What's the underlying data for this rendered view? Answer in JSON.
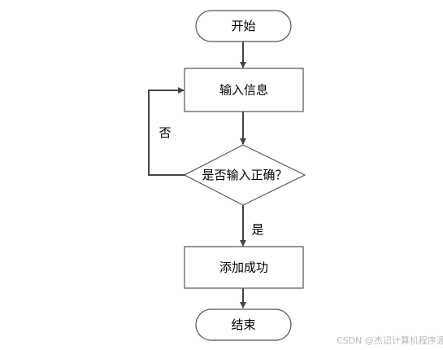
{
  "nodes": {
    "start": "开始",
    "input": "输入信息",
    "decision": "是否输入正确？",
    "success": "添加成功",
    "end": "结束"
  },
  "edge_labels": {
    "no": "否",
    "yes": "是"
  },
  "watermark": "CSDN @杰记计算机程序源码"
}
